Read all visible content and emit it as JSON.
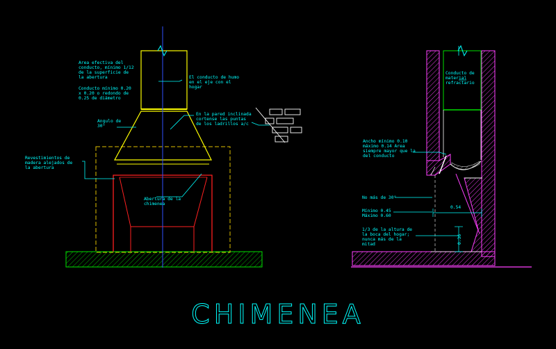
{
  "title": "CHIMENEA",
  "colors": {
    "background": "#000000",
    "annotation": "#00ffff",
    "flue": "#ffff00",
    "opening": "#ff2020",
    "centerline": "#3050ff",
    "hatch": "#ff40ff",
    "cladding": "#e0c000",
    "hearth": "#00e000",
    "wall": "#ffffff",
    "duct_inner": "#00e000"
  },
  "front_view": {
    "notes": {
      "area": [
        "Area efectiva del",
        "conducto, mínimo 1/12",
        "de la superficie de",
        "la abertura"
      ],
      "duct_min": [
        "Conducto mínimo 0.20",
        "x 0.20 o redondo de",
        "0.25 de diámetro"
      ],
      "flue": [
        "El conducto de humo",
        "en el eje con el",
        "hogar"
      ],
      "wall": [
        "En la pared inclinada",
        "cortense las puntas",
        "de los ladrillos a/c"
      ],
      "angle": [
        "Angulo de",
        "30°"
      ],
      "cladding": [
        "Revestimientos de",
        "madera alejados de",
        "la abertura"
      ],
      "opening": [
        "Abertura de la",
        "chimenea"
      ]
    }
  },
  "section_view": {
    "notes": {
      "refractory": [
        "Conducto de",
        "material",
        "refractario"
      ],
      "throat": [
        "Ancho mínimo 0.10",
        "máximo 0.14 Area",
        "siempre mayor que la",
        "del conducto"
      ],
      "slope": [
        "No más de 30°"
      ],
      "minmax": [
        "Mínimo 0.45",
        "Máximo 0.60"
      ],
      "third": [
        "1/3 de la altura de",
        "la boca del hogar;",
        "nunca más de la",
        "mitad"
      ]
    },
    "dimensions": {
      "depth": "0.54",
      "height": "0.36"
    }
  }
}
